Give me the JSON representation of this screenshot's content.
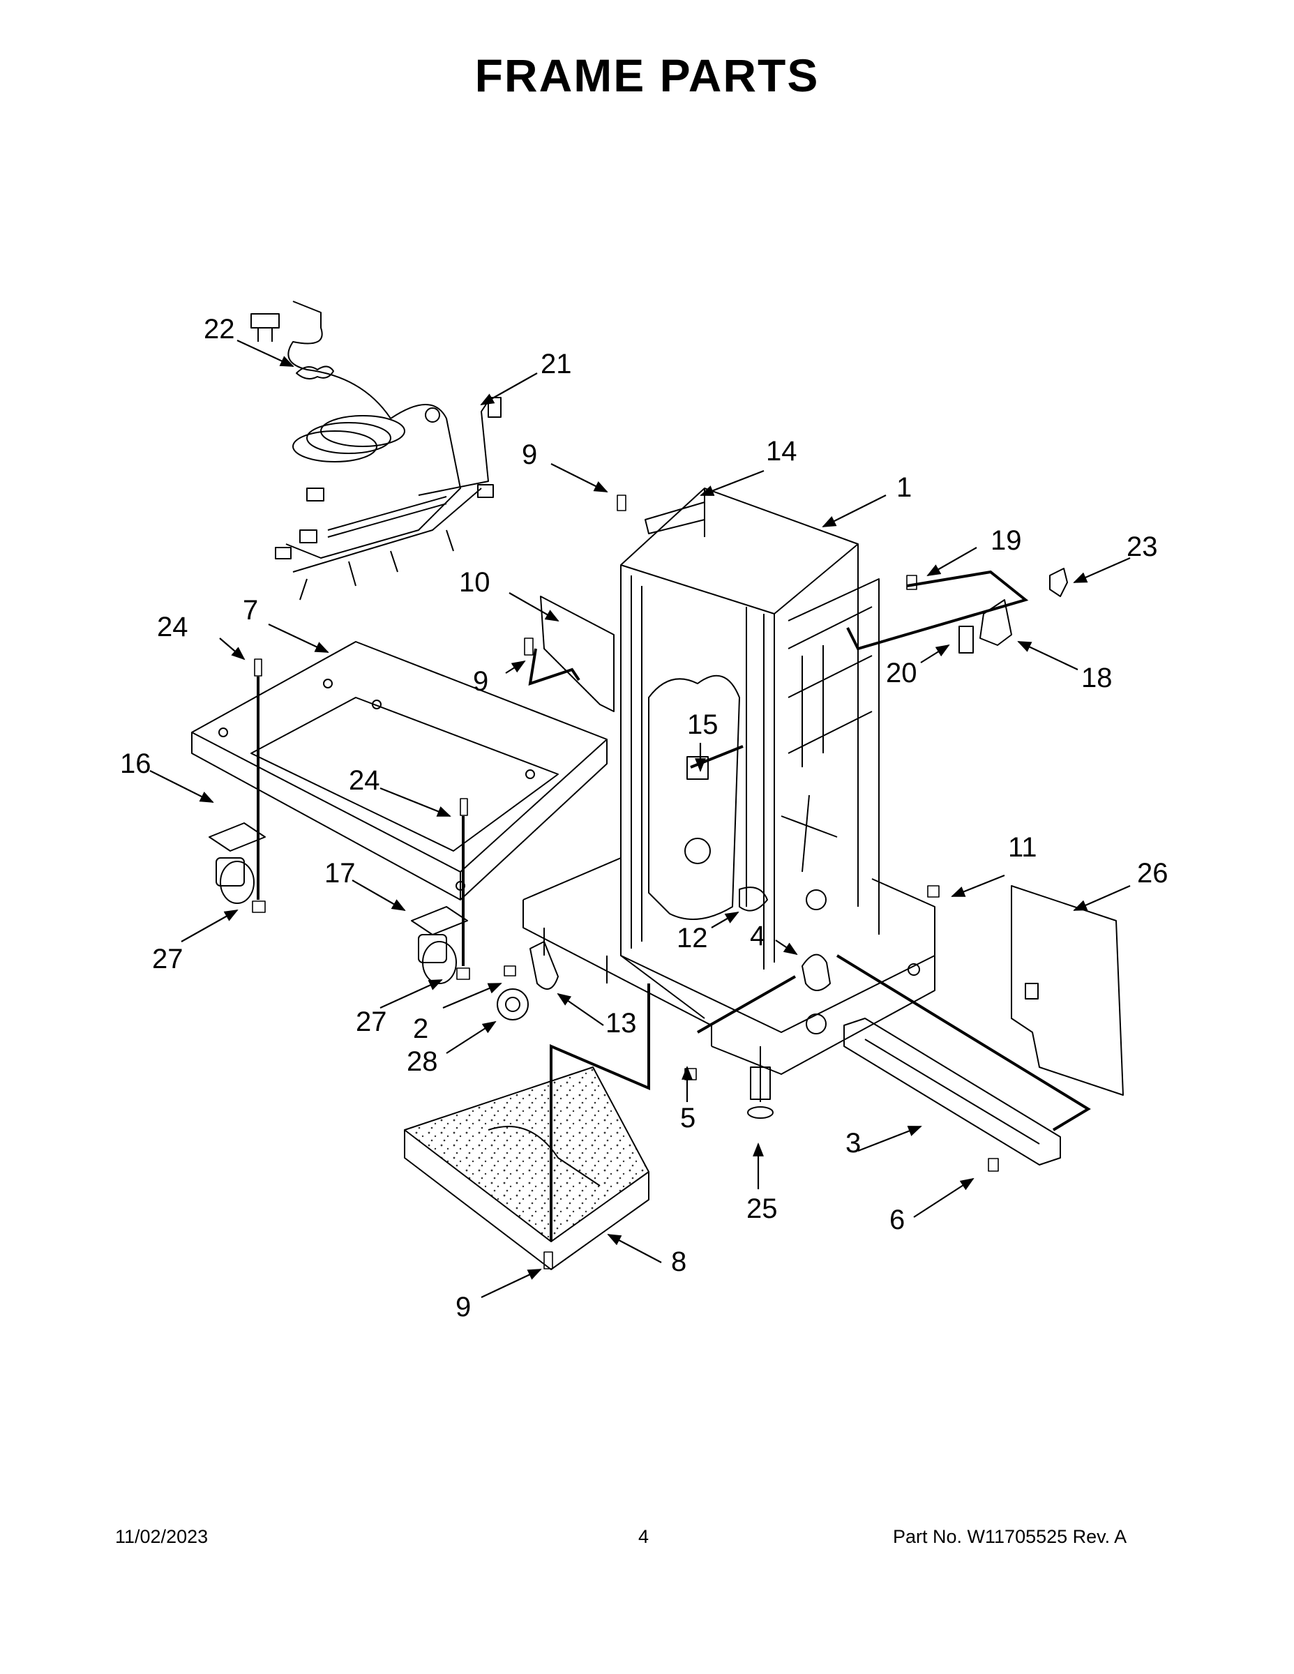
{
  "page": {
    "title": "FRAME PARTS",
    "footer_date": "11/02/2023",
    "footer_page": "4",
    "footer_part": "Part No.  W11705525  Rev.  A"
  },
  "callouts": [
    {
      "id": "c22a",
      "label": "22"
    },
    {
      "id": "c21",
      "label": "21"
    },
    {
      "id": "c9a",
      "label": "9"
    },
    {
      "id": "c14",
      "label": "14"
    },
    {
      "id": "c1",
      "label": "1"
    },
    {
      "id": "c19",
      "label": "19"
    },
    {
      "id": "c23",
      "label": "23"
    },
    {
      "id": "c10",
      "label": "10"
    },
    {
      "id": "c9b",
      "label": "9"
    },
    {
      "id": "c24a",
      "label": "24"
    },
    {
      "id": "c7",
      "label": "7"
    },
    {
      "id": "c20",
      "label": "20"
    },
    {
      "id": "c18",
      "label": "18"
    },
    {
      "id": "c15",
      "label": "15"
    },
    {
      "id": "c16",
      "label": "16"
    },
    {
      "id": "c24b",
      "label": "24"
    },
    {
      "id": "c11",
      "label": "11"
    },
    {
      "id": "c26",
      "label": "26"
    },
    {
      "id": "c17",
      "label": "17"
    },
    {
      "id": "c12",
      "label": "12"
    },
    {
      "id": "c4",
      "label": "4"
    },
    {
      "id": "c27a",
      "label": "27"
    },
    {
      "id": "c27b",
      "label": "27"
    },
    {
      "id": "c2",
      "label": "2"
    },
    {
      "id": "c13",
      "label": "13"
    },
    {
      "id": "c28",
      "label": "28"
    },
    {
      "id": "c5",
      "label": "5"
    },
    {
      "id": "c3",
      "label": "3"
    },
    {
      "id": "c25",
      "label": "25"
    },
    {
      "id": "c6",
      "label": "6"
    },
    {
      "id": "c8",
      "label": "8"
    },
    {
      "id": "c9c",
      "label": "9"
    }
  ]
}
